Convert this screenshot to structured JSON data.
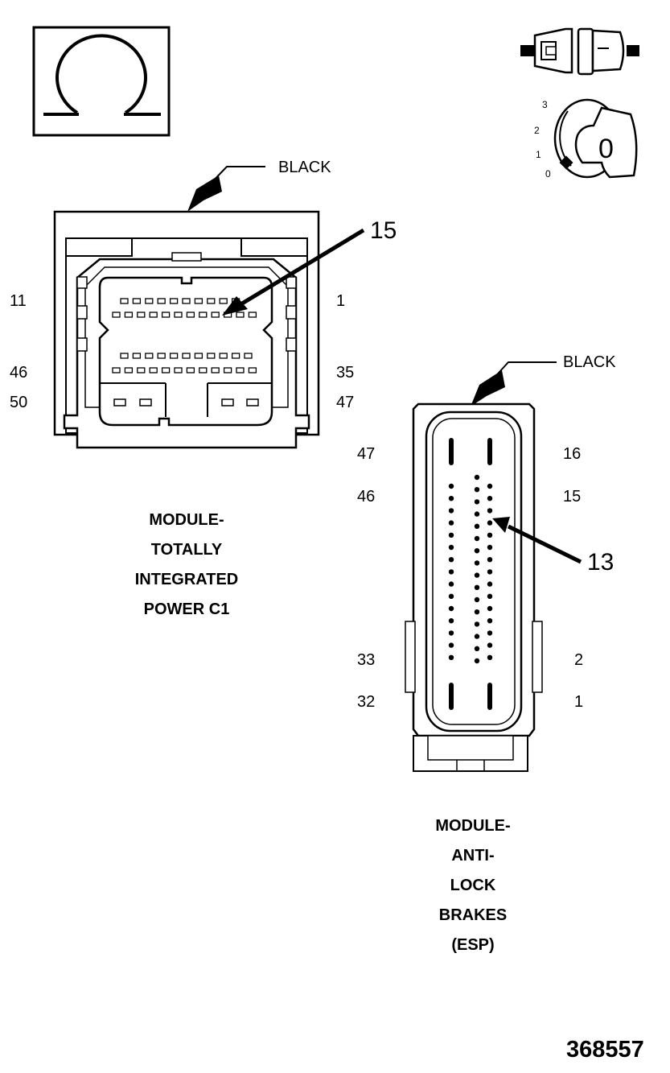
{
  "icons": {
    "ohm": "ohmmeter-icon",
    "connector": "connector-disconnected-icon",
    "ignition": "ignition-key-off-icon"
  },
  "ignition_positions": [
    "0",
    "1",
    "2",
    "3"
  ],
  "ignition_key_label": "0",
  "tip": {
    "wire_color": "BLACK",
    "callout": "15",
    "pins": {
      "top_left": "11",
      "top_right": "1",
      "mid_left": "46",
      "mid_right": "35",
      "bottom_left": "50",
      "bottom_right": "47"
    },
    "title_lines": [
      "MODULE-",
      "TOTALLY",
      "INTEGRATED",
      "POWER C1"
    ]
  },
  "abs": {
    "wire_color": "BLACK",
    "callout": "13",
    "pins": {
      "top_left": "47",
      "top_right": "16",
      "upper_left": "46",
      "upper_right": "15",
      "lower_left": "33",
      "lower_right": "2",
      "bottom_left": "32",
      "bottom_right": "1"
    },
    "title_lines": [
      "MODULE-",
      "ANTI-",
      "LOCK",
      "BRAKES",
      "(ESP)"
    ]
  },
  "figure_number": "368557"
}
